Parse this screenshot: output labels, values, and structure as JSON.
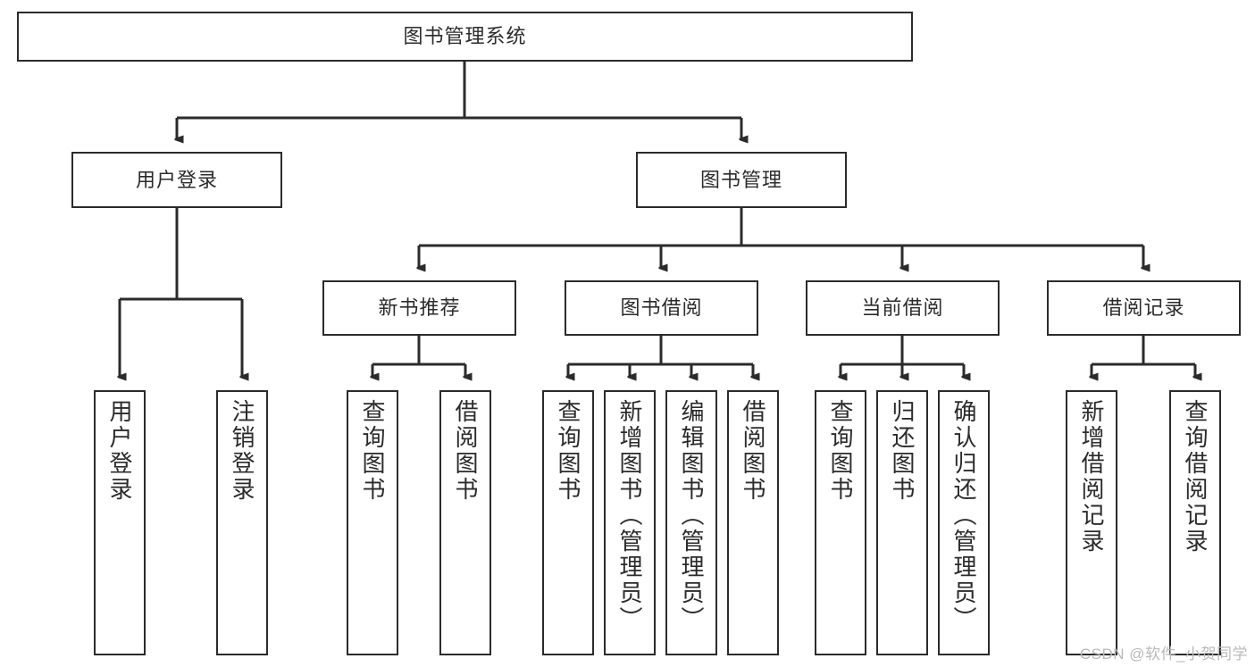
{
  "diagram": {
    "title": "图书管理系统",
    "type": "hierarchy-tree",
    "watermark": "CSDN @软件_小贺同学",
    "colors": {
      "box_border": "#2b2b2b",
      "box_fill": "#ffffff",
      "connector": "#2b2b2b",
      "text": "#2b2b2b",
      "watermark": "#b9b9b9",
      "background": "#ffffff"
    },
    "root": {
      "label": "图书管理系统"
    },
    "level2": [
      {
        "label": "用户登录"
      },
      {
        "label": "图书管理"
      }
    ],
    "level3": [
      {
        "label": "新书推荐"
      },
      {
        "label": "图书借阅"
      },
      {
        "label": "当前借阅"
      },
      {
        "label": "借阅记录"
      }
    ],
    "leaves": {
      "user_login": [
        {
          "label": "用户登录"
        },
        {
          "label": "注销登录"
        }
      ],
      "new_book_recommend": [
        {
          "label": "查询图书"
        },
        {
          "label": "借阅图书"
        }
      ],
      "book_borrow": [
        {
          "label": "查询图书"
        },
        {
          "label": "新增图书（管理员）"
        },
        {
          "label": "编辑图书（管理员）"
        },
        {
          "label": "借阅图书"
        }
      ],
      "current_borrow": [
        {
          "label": "查询图书"
        },
        {
          "label": "归还图书"
        },
        {
          "label": "确认归还（管理员）"
        }
      ],
      "borrow_record": [
        {
          "label": "新增借阅记录"
        },
        {
          "label": "查询借阅记录"
        }
      ]
    }
  }
}
